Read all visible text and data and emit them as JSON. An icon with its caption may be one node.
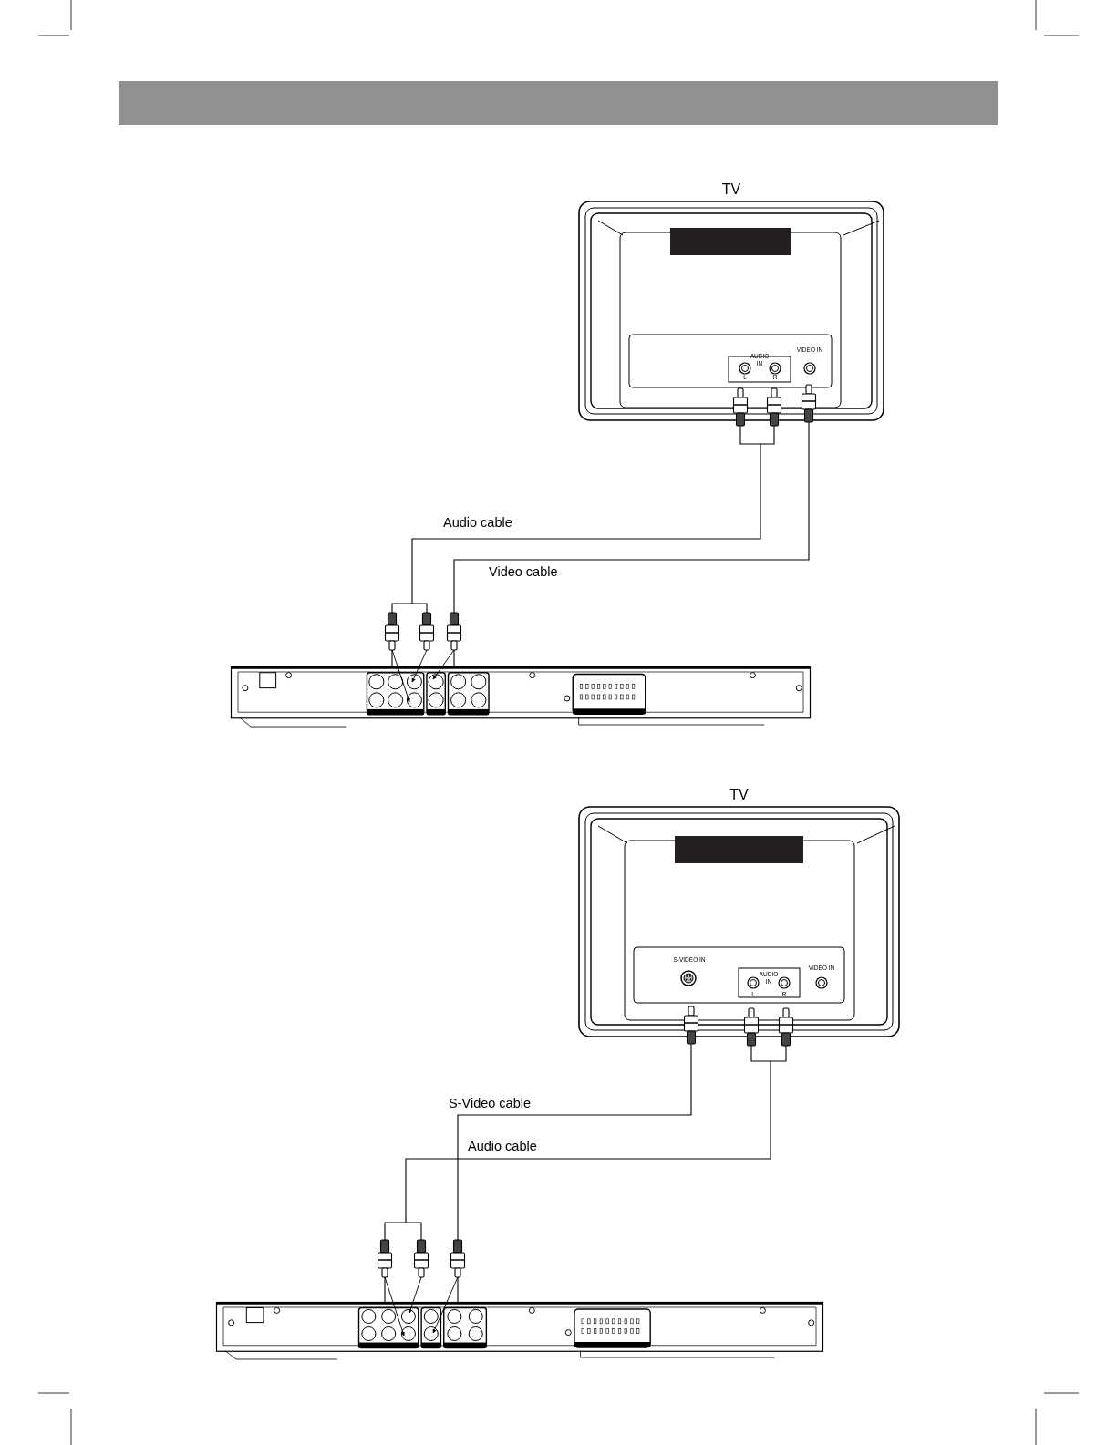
{
  "diagram": {
    "nodes": [
      {
        "text": [
          "TV"
        ]
      },
      {
        "text": [],
        "shape": "box"
      },
      {
        "text": [
          "TV"
        ]
      },
      {
        "text": [],
        "shape": "box"
      }
    ],
    "edges": [
      {
        "from": 1,
        "to": 0,
        "arrow": "other",
        "label": "Audio cable"
      },
      {
        "from": 1,
        "to": 0,
        "arrow": "other",
        "label": "Video cable"
      },
      {
        "from": 3,
        "to": 2,
        "arrow": "other",
        "label": "S-Video cable"
      },
      {
        "from": 3,
        "to": 2,
        "arrow": "other",
        "label": "Audio cable"
      }
    ],
    "labels": [
      "AUDIO",
      "IN",
      "L",
      "R",
      "VIDEO IN",
      "S-VIDEO IN",
      "AUDIO",
      "IN",
      "L",
      "R",
      "VIDEO IN"
    ]
  }
}
